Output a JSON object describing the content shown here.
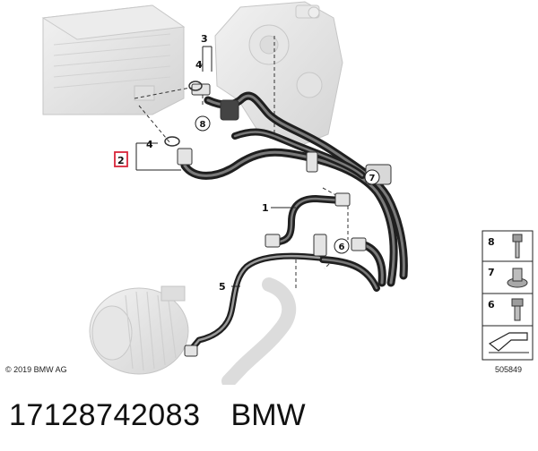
{
  "diagram": {
    "callouts": [
      {
        "id": "1",
        "label": "1"
      },
      {
        "id": "2",
        "label": "2"
      },
      {
        "id": "3",
        "label": "3"
      },
      {
        "id": "4a",
        "label": "4"
      },
      {
        "id": "4b",
        "label": "4"
      },
      {
        "id": "5",
        "label": "5"
      },
      {
        "id": "6",
        "label": "6"
      },
      {
        "id": "7",
        "label": "7"
      },
      {
        "id": "8",
        "label": "8"
      }
    ],
    "copyright": "© 2019 BMW AG",
    "diagram_number": "505849",
    "legend": [
      {
        "label": "8",
        "icon": "bolt-icon"
      },
      {
        "label": "7",
        "icon": "clip-nut-icon"
      },
      {
        "label": "6",
        "icon": "bolt-icon"
      },
      {
        "label": "",
        "icon": "arrow-icon"
      }
    ],
    "colors": {
      "highlight": "#d9263a",
      "line": "#222222",
      "hose": "#3a3a3a",
      "ghost": "#cfcfcf"
    }
  },
  "caption": {
    "part_number": "17128742083",
    "brand": "BMW"
  }
}
